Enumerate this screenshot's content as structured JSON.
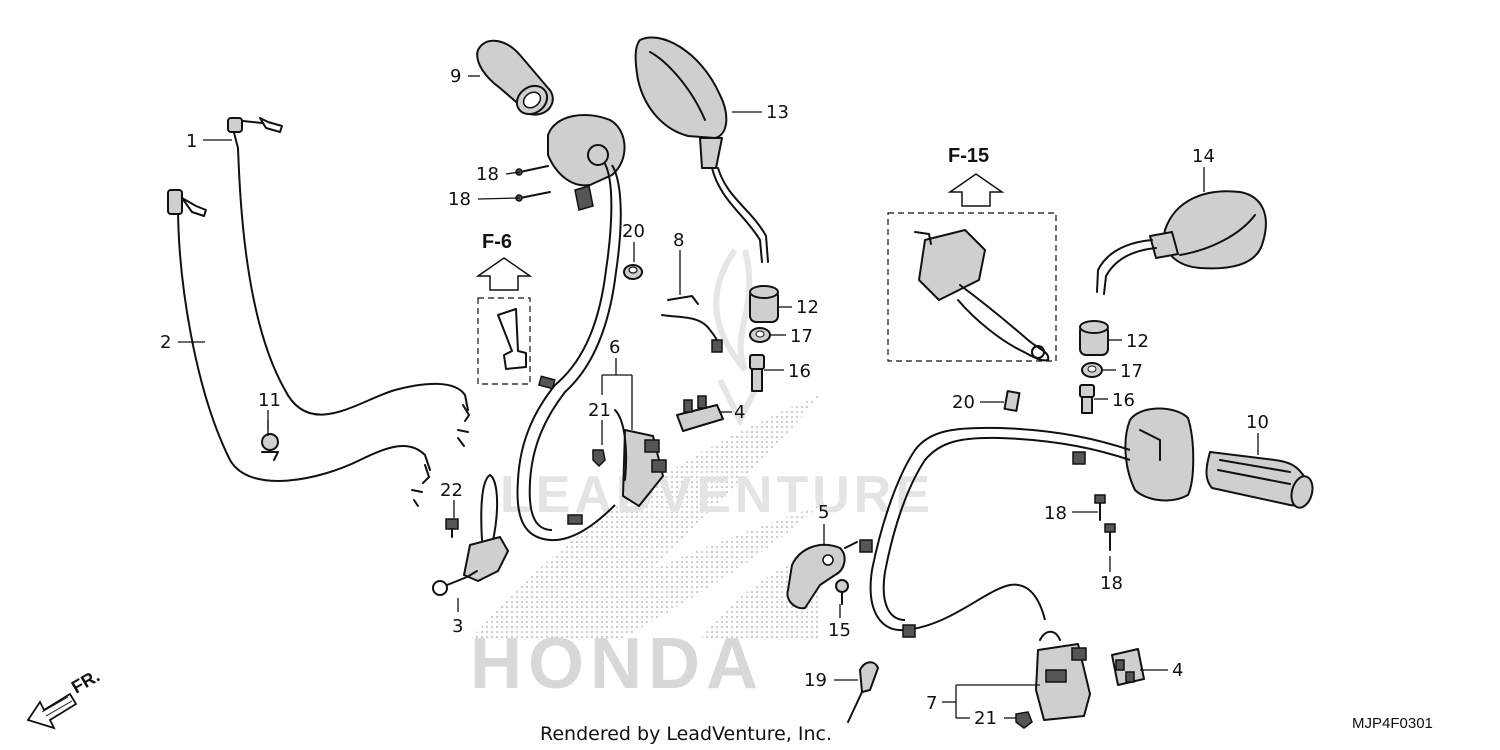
{
  "diagram": {
    "callouts": {
      "p1": "1",
      "p2": "2",
      "p3": "3",
      "p4a": "4",
      "p4b": "4",
      "p5": "5",
      "p6": "6",
      "p7": "7",
      "p8": "8",
      "p9": "9",
      "p10": "10",
      "p11": "11",
      "p12a": "12",
      "p12b": "12",
      "p13": "13",
      "p14": "14",
      "p15": "15",
      "p16a": "16",
      "p16b": "16",
      "p17a": "17",
      "p17b": "17",
      "p18a": "18",
      "p18b": "18",
      "p18c": "18",
      "p18d": "18",
      "p19": "19",
      "p20a": "20",
      "p20b": "20",
      "p21a": "21",
      "p21b": "21",
      "p22": "22"
    },
    "references": {
      "f6": "F-6",
      "f15": "F-15"
    },
    "direction_label": "FR.",
    "watermark": {
      "brand": "HONDA",
      "renderer": "LEADVENTURE"
    },
    "footer": {
      "rendered_by": "Rendered by LeadVenture, Inc.",
      "diagram_code": "MJP4F0301"
    }
  },
  "icons": {
    "direction": "front-direction-arrow-icon",
    "reference": "up-arrow-icon"
  },
  "colors": {
    "line": "#111111",
    "watermark": "#d8d8d8",
    "background": "#ffffff"
  }
}
